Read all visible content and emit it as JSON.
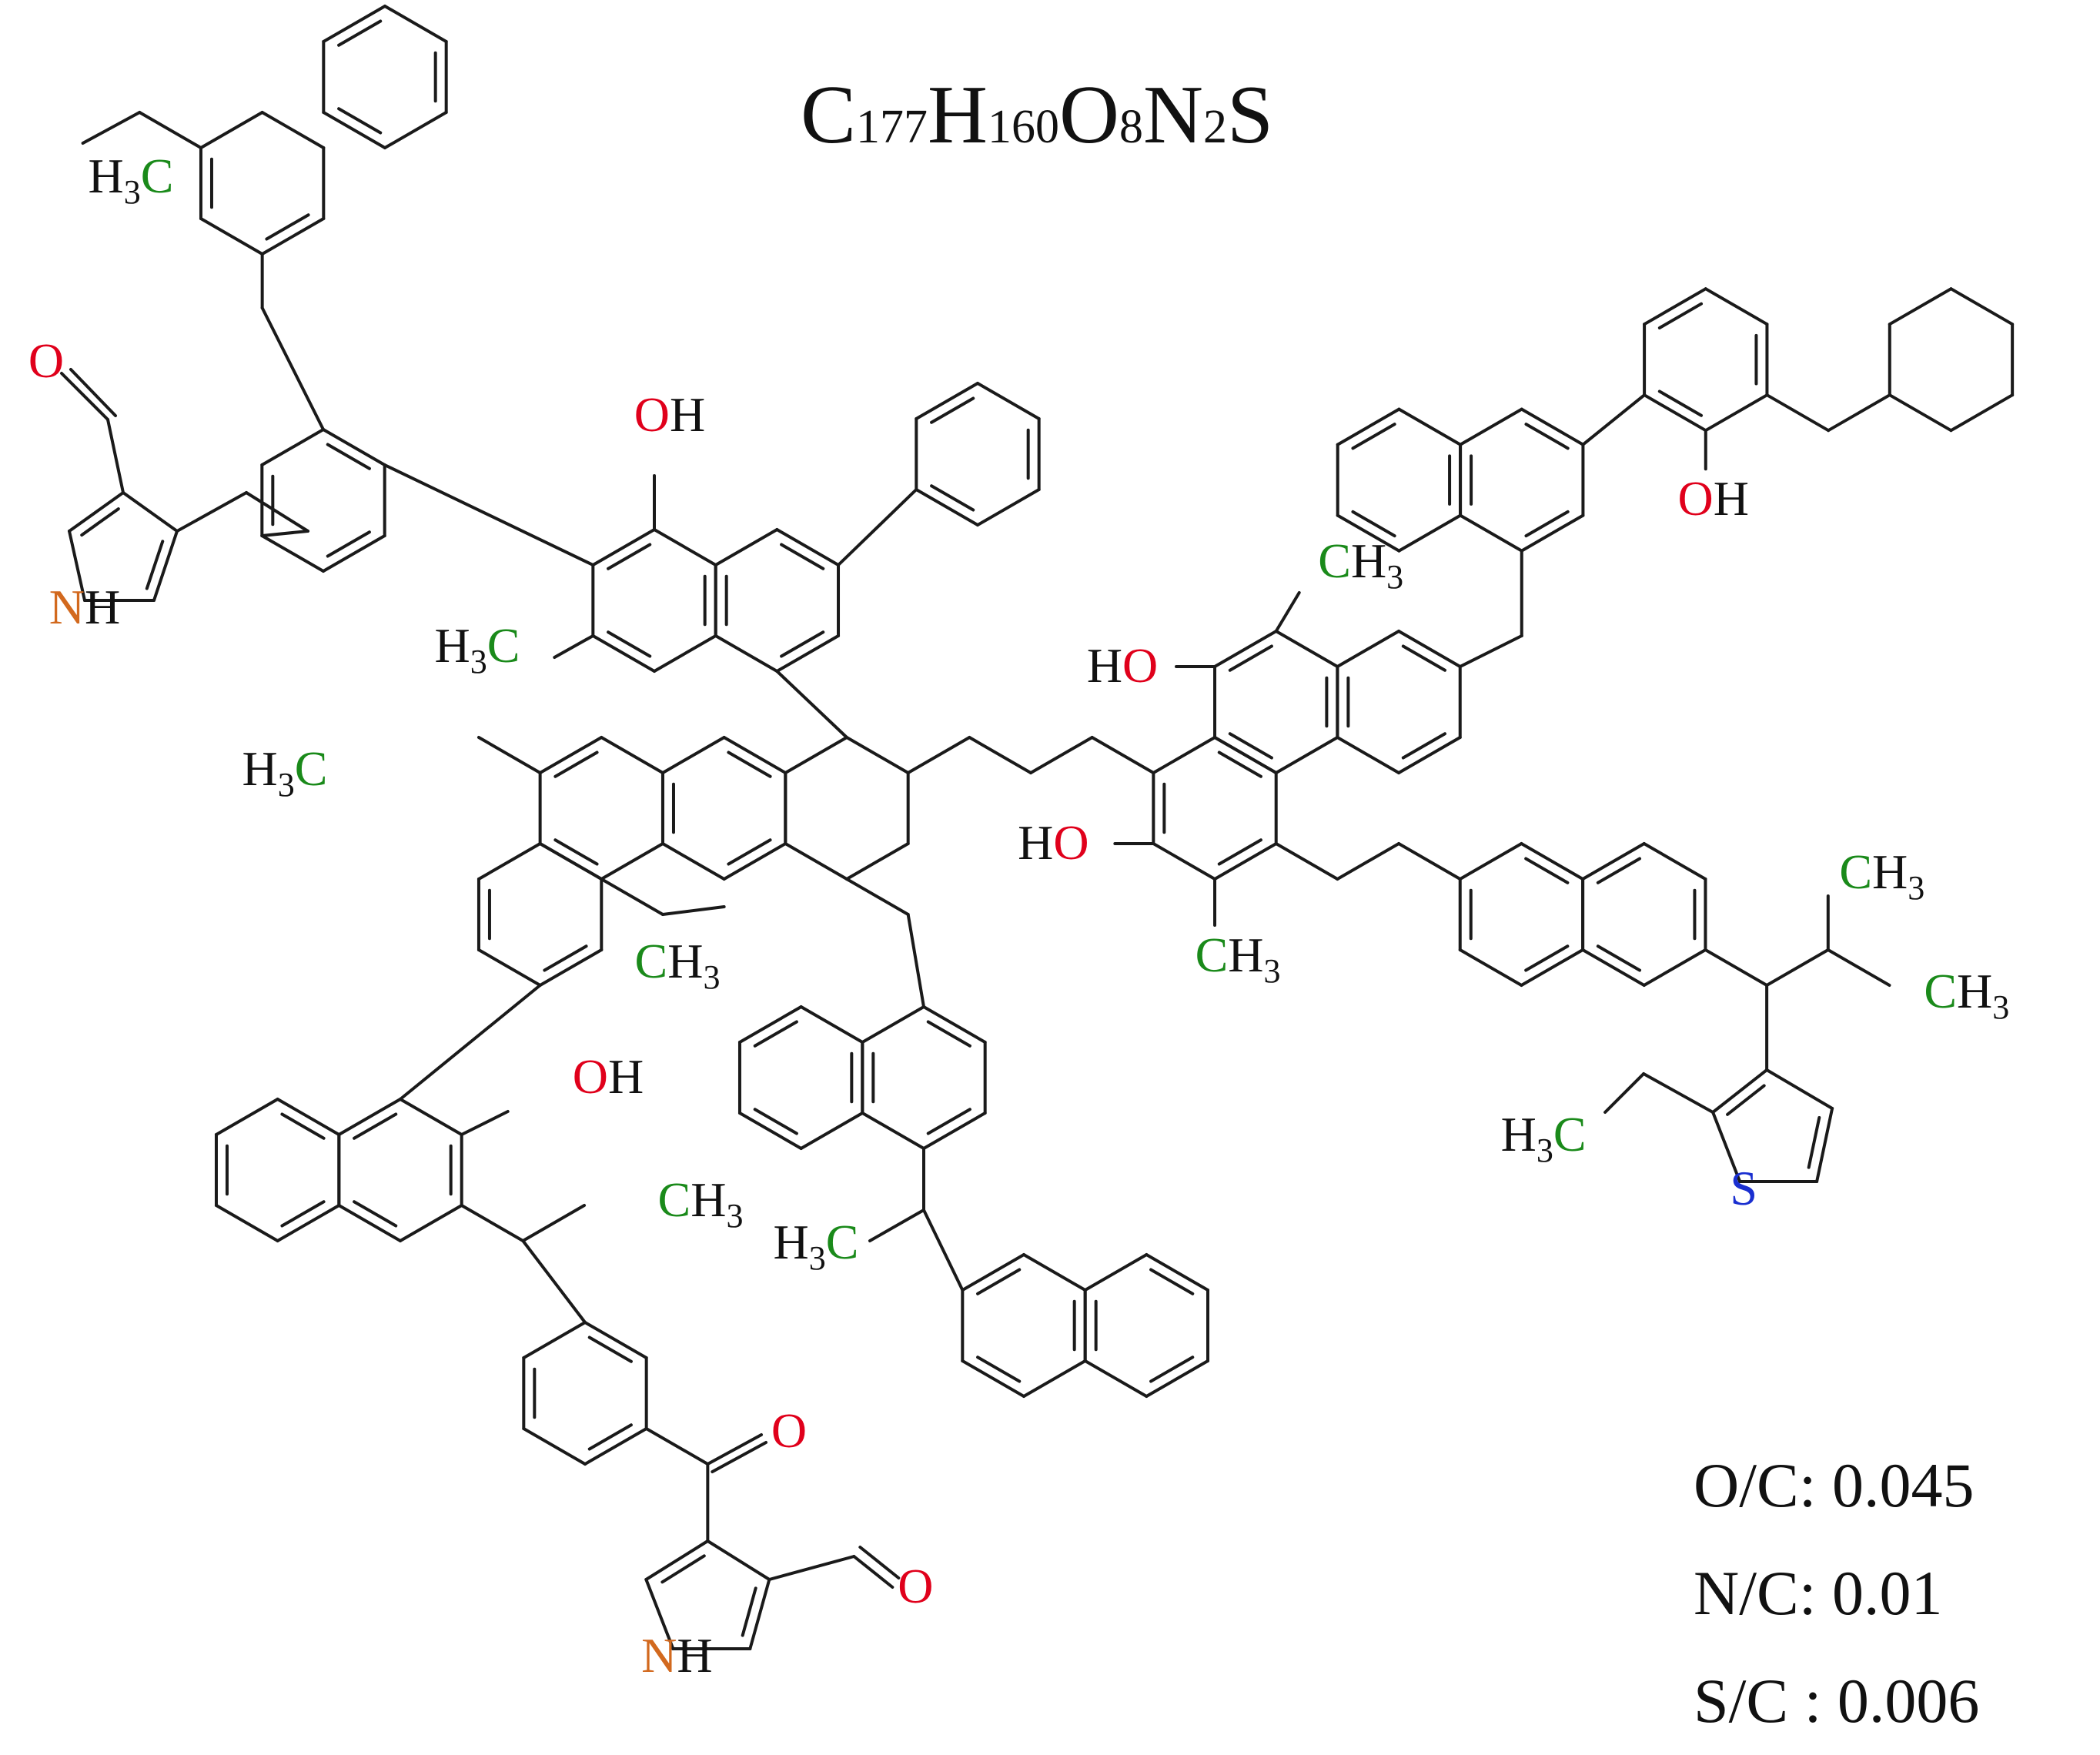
{
  "formula": {
    "C": "C",
    "C_count": "177",
    "H": "H",
    "H_count": "160",
    "O": "O",
    "O_count": "8",
    "N": "N",
    "N_count": "2",
    "S": "S"
  },
  "ratios": {
    "oc": "O/C: 0.045",
    "nc": "N/C: 0.01",
    "sc": "S/C : 0.006"
  },
  "colors": {
    "bond": "#1a1a1a",
    "carbon_green": "#1a8a1a",
    "oxygen_red": "#e0001b",
    "nitrogen_orange": "#d2691e",
    "sulfur_blue": "#1a2fd0",
    "text": "#111111"
  },
  "atom_labels": [
    {
      "text": "H₃C",
      "color": "#1a8a1a"
    },
    {
      "text": "O",
      "color": "#e0001b"
    },
    {
      "text": "NH",
      "color": "#d2691e"
    },
    {
      "text": "OH",
      "color": "#e0001b"
    },
    {
      "text": "H₃C",
      "color": "#1a8a1a"
    },
    {
      "text": "H₃C",
      "color": "#1a8a1a"
    },
    {
      "text": "CH₃",
      "color": "#1a8a1a"
    },
    {
      "text": "OH",
      "color": "#e0001b"
    },
    {
      "text": "CH₃",
      "color": "#1a8a1a"
    },
    {
      "text": "H₃C",
      "color": "#1a8a1a"
    },
    {
      "text": "O",
      "color": "#e0001b"
    },
    {
      "text": "NH",
      "color": "#d2691e"
    },
    {
      "text": "O",
      "color": "#e0001b"
    },
    {
      "text": "HO",
      "color": "#e0001b"
    },
    {
      "text": "CH₃",
      "color": "#1a8a1a"
    },
    {
      "text": "HO",
      "color": "#e0001b"
    },
    {
      "text": "CH₃",
      "color": "#1a8a1a"
    },
    {
      "text": "OH",
      "color": "#e0001b"
    },
    {
      "text": "CH₃",
      "color": "#1a8a1a"
    },
    {
      "text": "CH₃",
      "color": "#1a8a1a"
    },
    {
      "text": "H₃C",
      "color": "#1a8a1a"
    },
    {
      "text": "S",
      "color": "#1a2fd0"
    }
  ]
}
